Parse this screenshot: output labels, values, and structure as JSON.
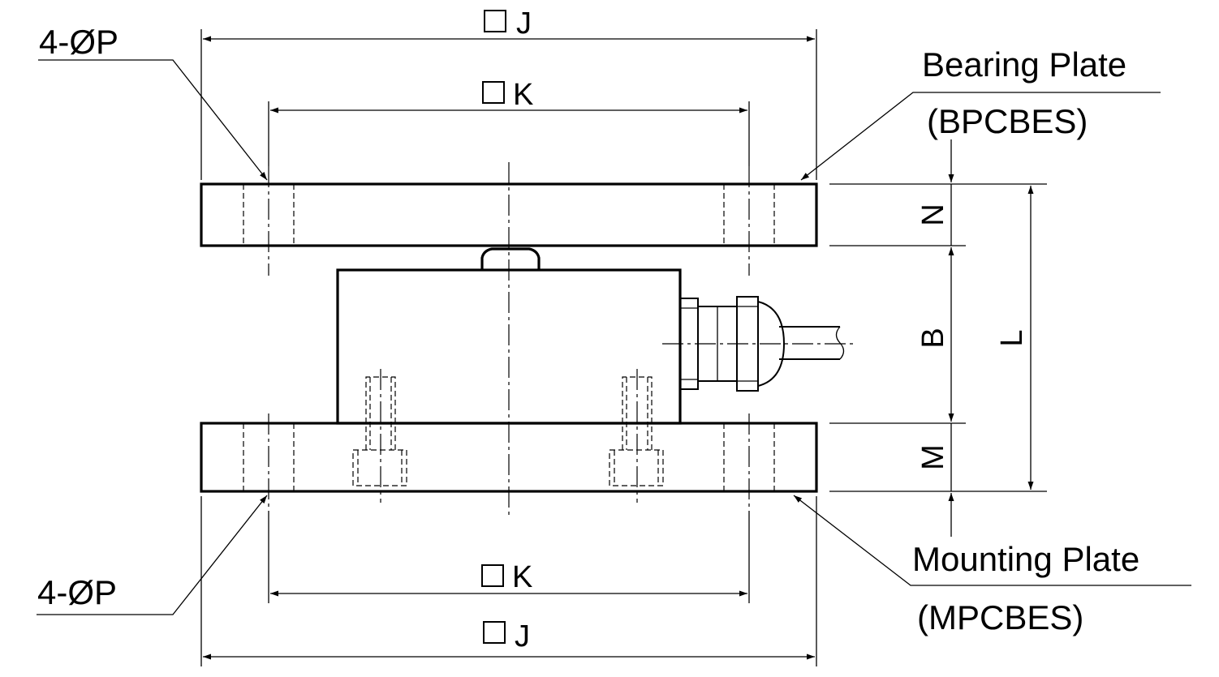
{
  "labels": {
    "bearing_plate": "Bearing Plate",
    "bearing_plate_code": "(BPCBES)",
    "mounting_plate": "Mounting Plate",
    "mounting_plate_code": "(MPCBES)",
    "hole_spec": "4-ØP",
    "dim_j": "J",
    "dim_k": "K",
    "dim_n": "N",
    "dim_b": "B",
    "dim_m": "M",
    "dim_l": "L"
  }
}
